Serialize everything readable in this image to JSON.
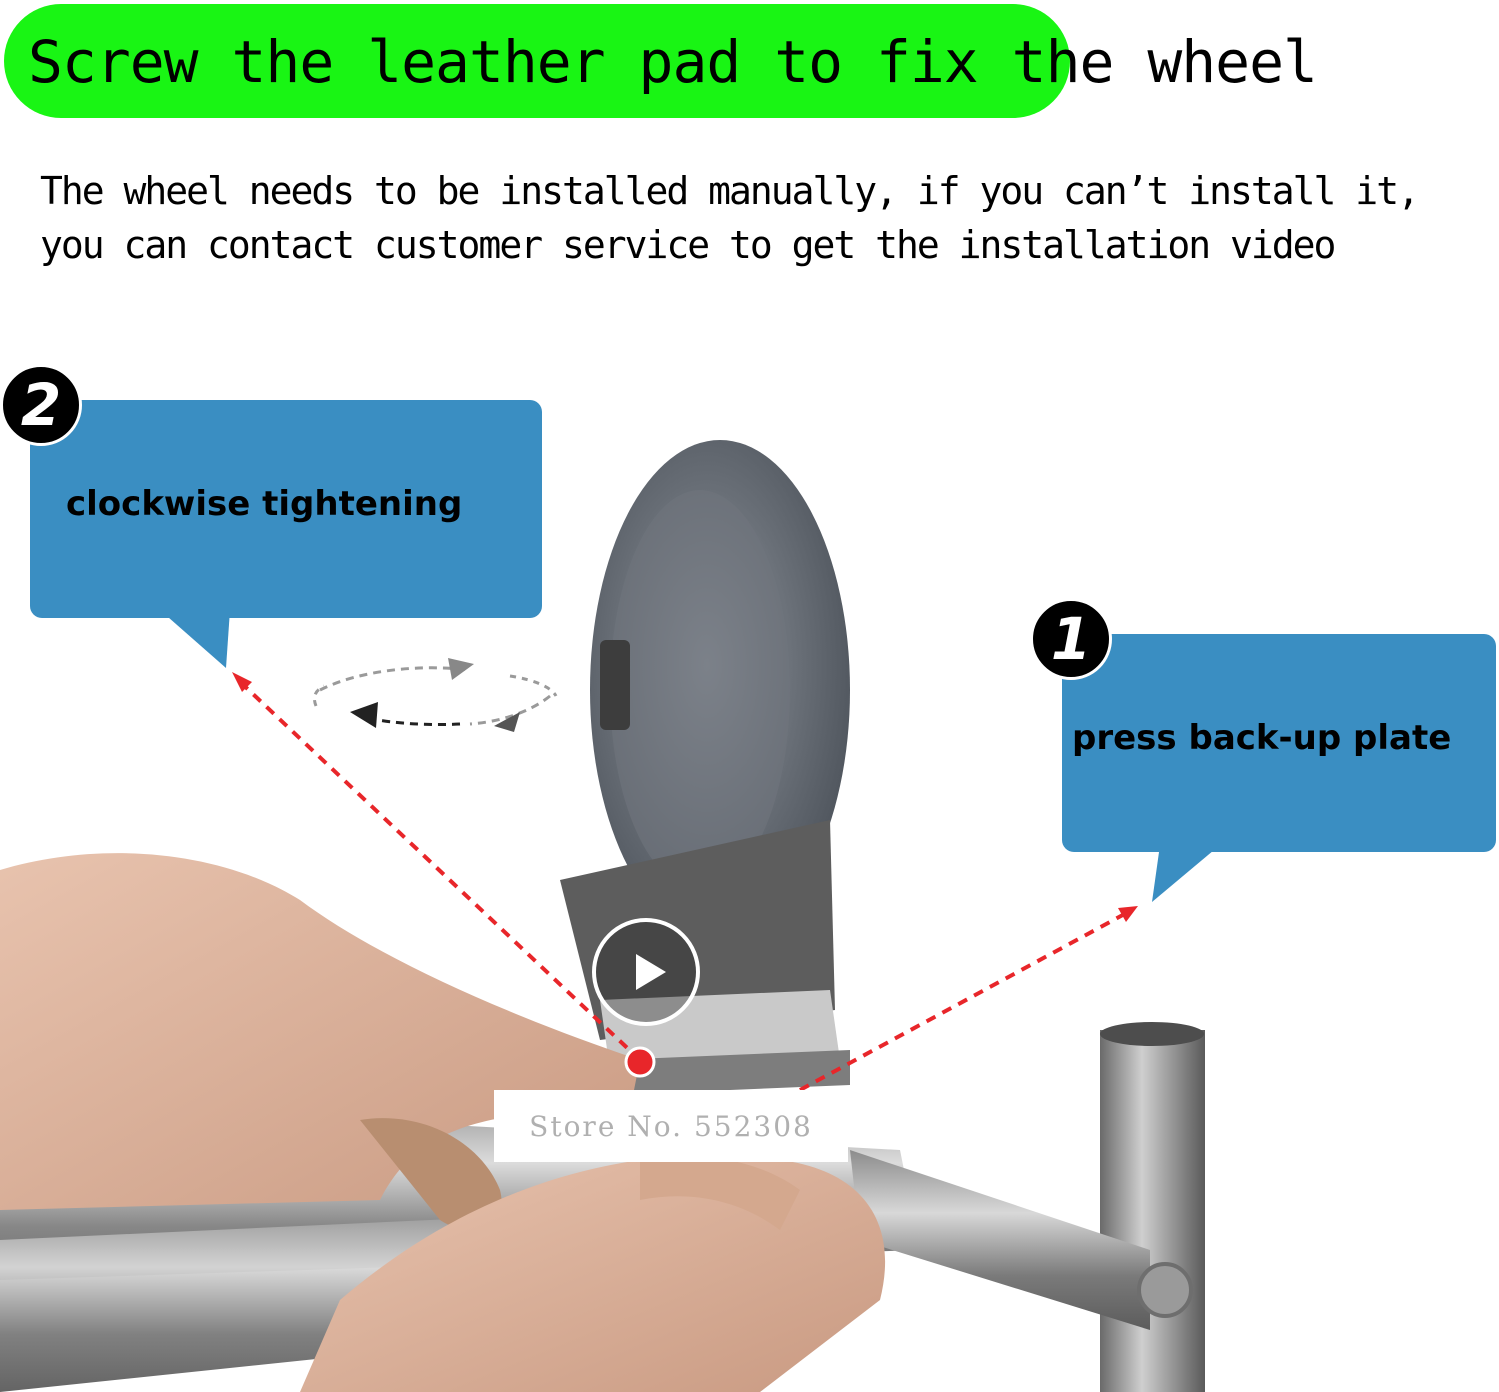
{
  "banner": {
    "title": "Screw the leather pad to fix the wheel",
    "color": "#19f514"
  },
  "note": {
    "line1": "The wheel needs to be installed manually, if you can’t install it,",
    "line2": "you can contact customer service to get the installation video"
  },
  "steps": [
    {
      "number": "2",
      "label": "clockwise tightening"
    },
    {
      "number": "1",
      "label": "press back-up plate"
    }
  ],
  "callout_color": "#3a8ec2",
  "watermark": {
    "text": "Store No. 552308"
  },
  "media": {
    "play_icon": "play-icon"
  }
}
